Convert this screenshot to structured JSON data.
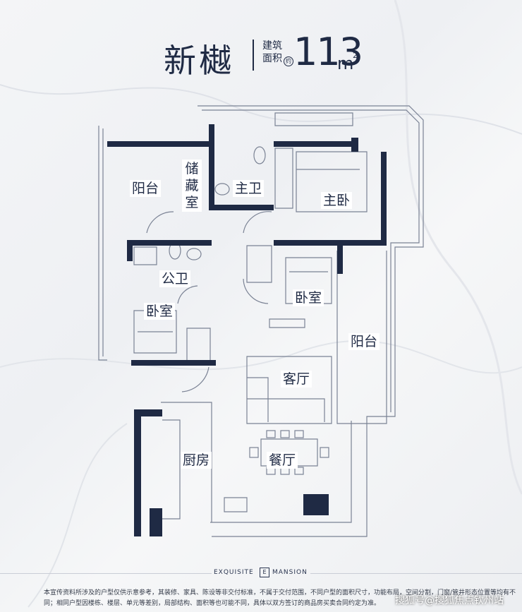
{
  "header": {
    "project_name": "新樾",
    "area_label_line1": "建筑",
    "area_label_line2": "面积",
    "about_mark": "约",
    "area_value": "113",
    "area_unit": "m",
    "area_sup": "2"
  },
  "rooms": {
    "balcony_left": "阳台",
    "storage": "储藏室",
    "master_bath": "主卫",
    "master_bedroom": "主卧",
    "public_bath": "公卫",
    "bedroom_left": "卧室",
    "bedroom_mid": "卧室",
    "balcony_right": "阳台",
    "living_room": "客厅",
    "kitchen": "厨房",
    "dining_room": "餐厅"
  },
  "brand": {
    "left": "EXQUISITE",
    "logo": "E",
    "right": "MANSION"
  },
  "disclaimer": "本宣传资料所涉及的户型仅供示意参考，其装修、家具、陈设等非交付标准，不属于交付范围，不同户型的面积尺寸，功能布局，空间分割，门窗/管井形态位置等均有不同；相同户型因楼栋、楼层、单元等差别，局部结构、面积等也可能不同，具体以双方签订的商品房买卖合同约定为准。",
  "watermark": "搜狐号@搜狐焦点钦州站",
  "colors": {
    "wall": "#1f2a44",
    "line": "#7a8294",
    "text": "#1f2a44"
  }
}
